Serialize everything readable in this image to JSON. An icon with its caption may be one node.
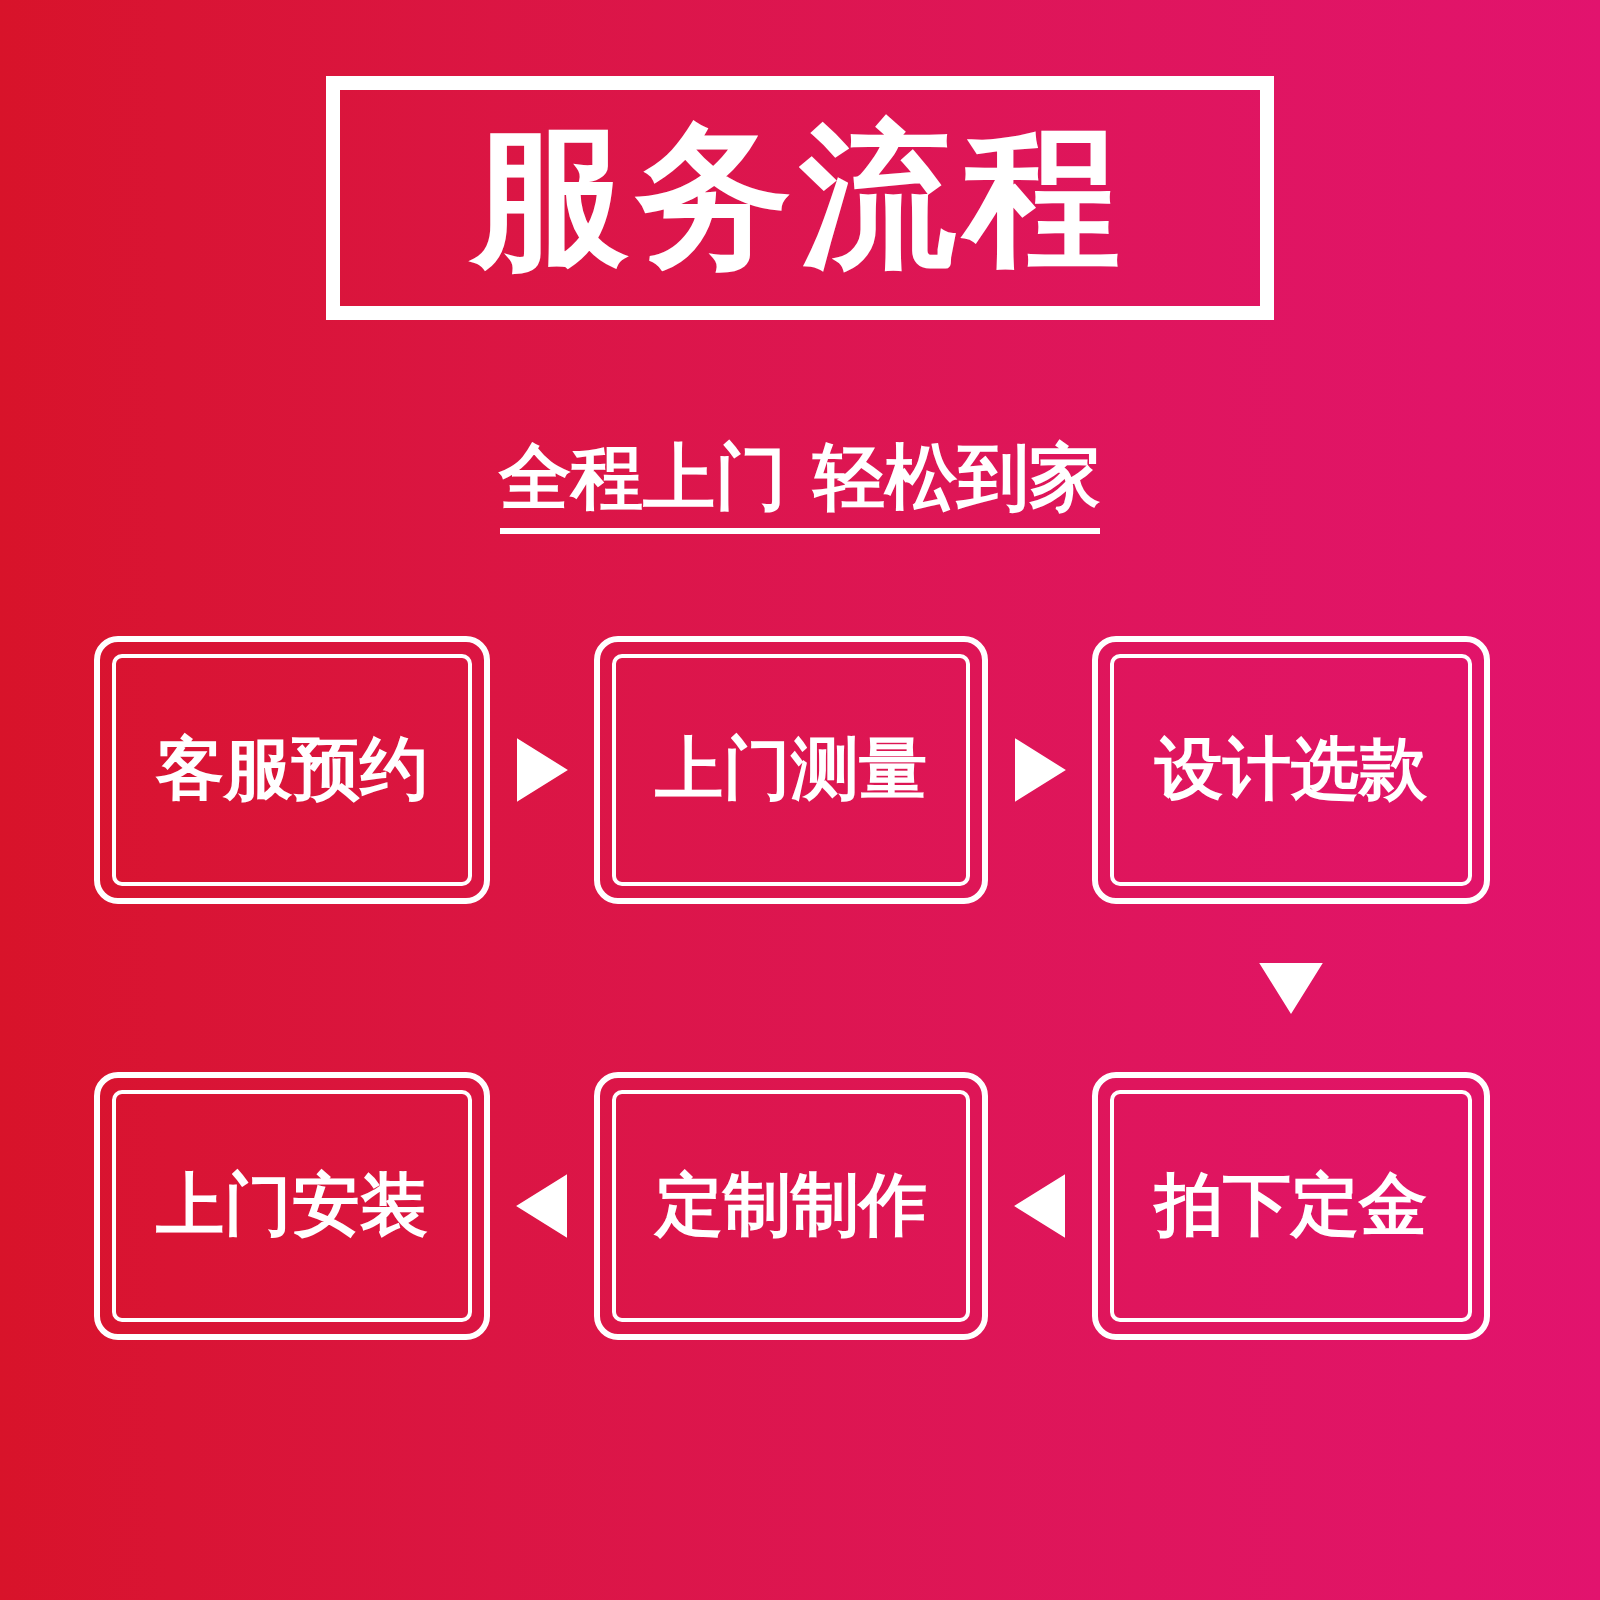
{
  "diagram": {
    "title": "服务流程",
    "nodes": [
      {
        "text": [
          "客服预约"
        ]
      },
      {
        "text": [
          "上门测量"
        ]
      },
      {
        "text": [
          "设计选款"
        ]
      },
      {
        "text": [
          "上门安装"
        ]
      },
      {
        "text": [
          "定制制作"
        ]
      },
      {
        "text": [
          "拍下定金"
        ]
      }
    ],
    "edges": [
      {
        "from": 0,
        "to": 1,
        "arrow": "to"
      },
      {
        "from": 1,
        "to": 2,
        "arrow": "to"
      },
      {
        "from": 2,
        "to": 5,
        "arrow": "to"
      },
      {
        "from": 5,
        "to": 4,
        "arrow": "to"
      },
      {
        "from": 4,
        "to": 3,
        "arrow": "to"
      }
    ],
    "labels": [
      "全程上门 轻松到家"
    ]
  }
}
